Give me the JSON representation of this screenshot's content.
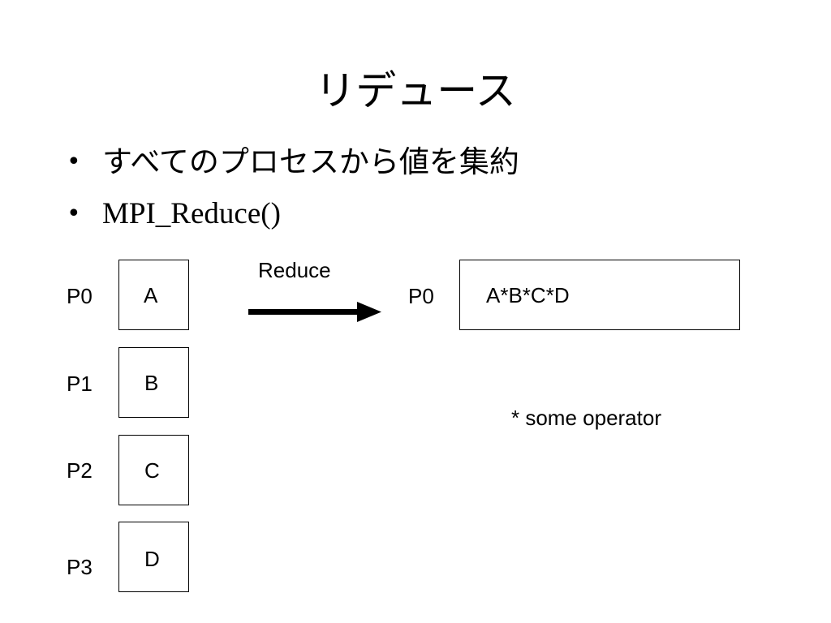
{
  "slide": {
    "title": "リデュース",
    "bullets": [
      {
        "bullet": "•",
        "text": "すべてのプロセスから値を集約"
      },
      {
        "bullet": "•",
        "text": "MPI_Reduce()"
      }
    ]
  },
  "diagram": {
    "processes": [
      {
        "label": "P0",
        "value": "A"
      },
      {
        "label": "P1",
        "value": "B"
      },
      {
        "label": "P2",
        "value": "C"
      },
      {
        "label": "P3",
        "value": "D"
      }
    ],
    "arrow_label": "Reduce",
    "result": {
      "label": "P0",
      "value": "A*B*C*D"
    },
    "note": "* some operator"
  }
}
